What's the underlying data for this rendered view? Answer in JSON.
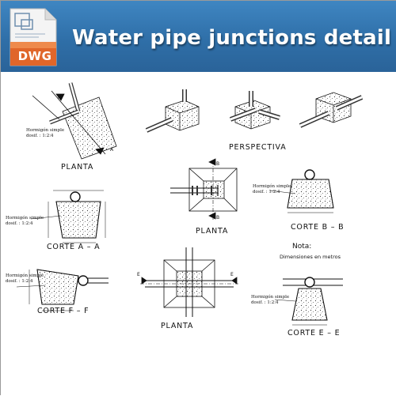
{
  "header": {
    "title": "Water pipe junctions detail",
    "badge": "DWG"
  },
  "drawing": {
    "concrete_note_line1": "Hormigón simple",
    "concrete_note_line2": "dosif. : 1:2:4",
    "labels": {
      "planta_1": "PLANTA",
      "perspectiva": "PERSPECTIVA",
      "planta_2": "PLANTA",
      "planta_3": "PLANTA",
      "corte_a": "CORTE A – A",
      "corte_b": "CORTE B – B",
      "corte_f": "CORTE F – F",
      "corte_e": "CORTE E – E",
      "nota_title": "Nota:",
      "nota_text": "Dimensiones en metros"
    },
    "markers": {
      "a": "A",
      "b": "B",
      "e": "E"
    }
  }
}
